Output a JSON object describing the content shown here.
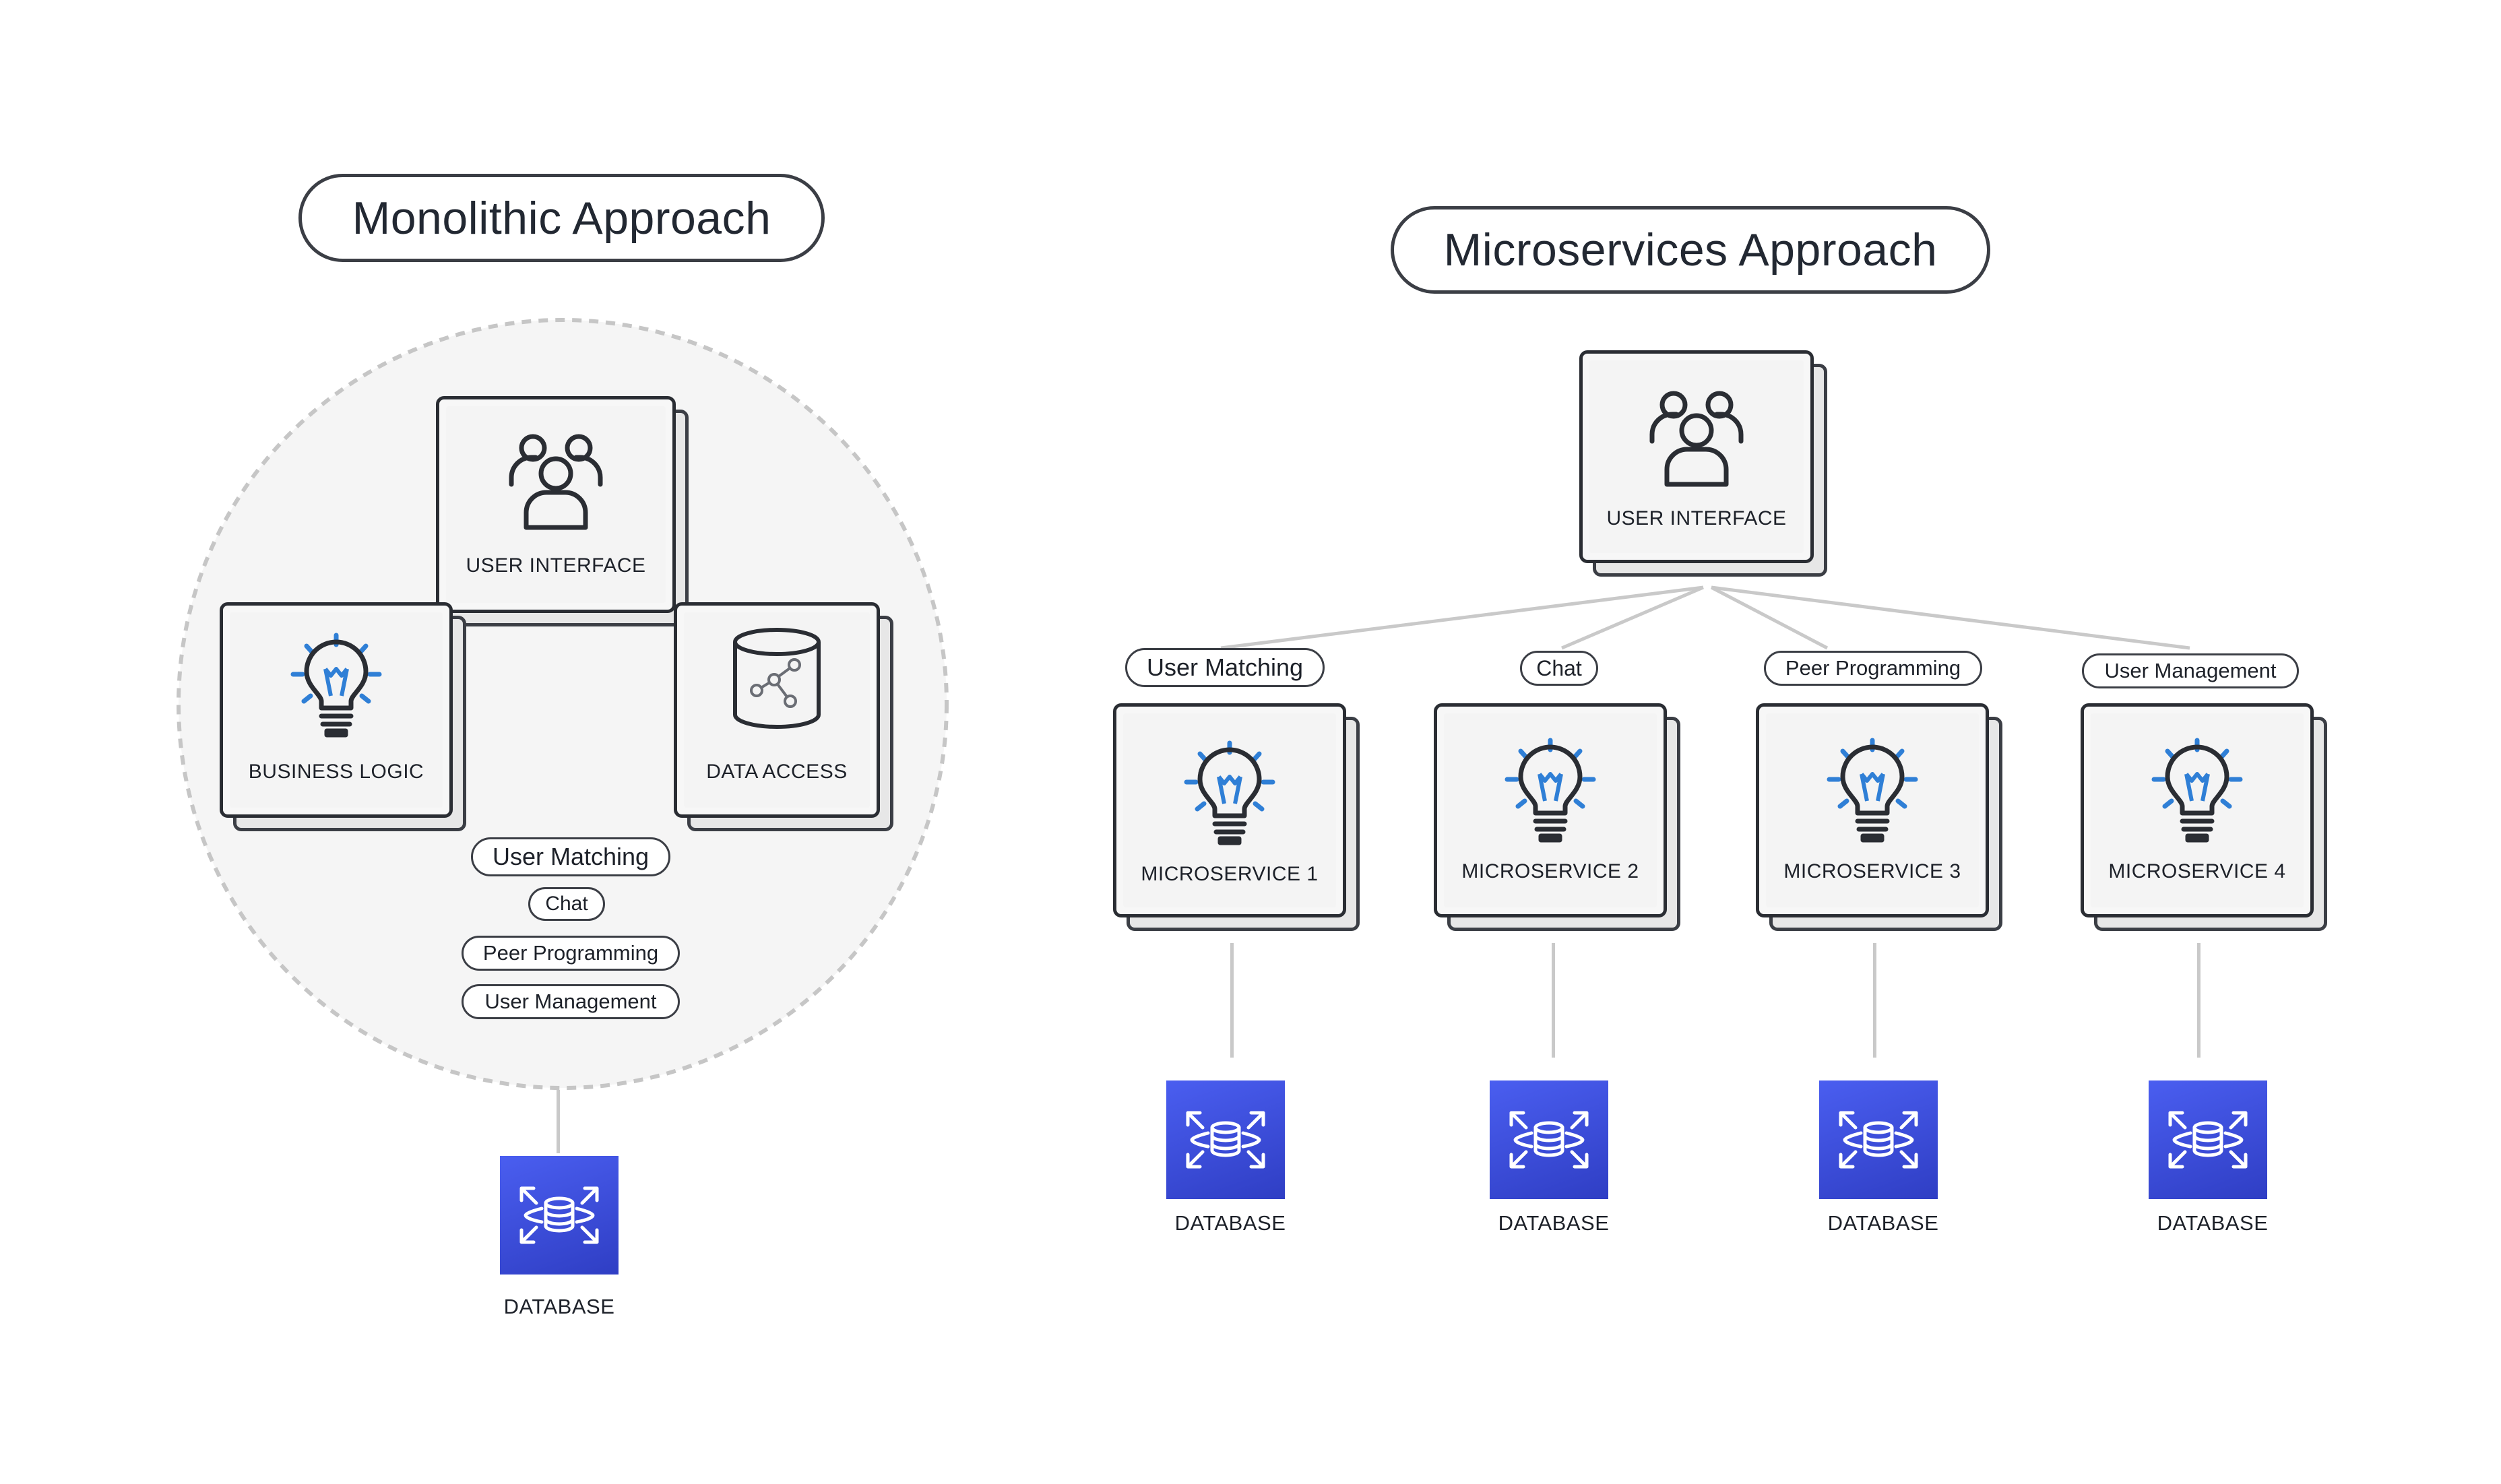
{
  "monolithic": {
    "title": "Monolithic Approach",
    "user_interface_label": "USER INTERFACE",
    "business_logic_label": "BUSINESS LOGIC",
    "data_access_label": "DATA ACCESS",
    "features": [
      "User Matching",
      "Chat",
      "Peer Programming",
      "User Management"
    ],
    "database_label": "DATABASE"
  },
  "microservices": {
    "title": "Microservices Approach",
    "user_interface_label": "USER INTERFACE",
    "services": [
      {
        "tag": "User Matching",
        "label": "MICROSERVICE 1",
        "database_label": "DATABASE"
      },
      {
        "tag": "Chat",
        "label": "MICROSERVICE 2",
        "database_label": "DATABASE"
      },
      {
        "tag": "Peer Programming",
        "label": "MICROSERVICE 3",
        "database_label": "DATABASE"
      },
      {
        "tag": "User Management",
        "label": "MICROSERVICE 4",
        "database_label": "DATABASE"
      }
    ]
  },
  "colors": {
    "database_blue": "#3a4de0",
    "bulb_blue": "#2f7fd6",
    "outline_dark": "#2a2d33",
    "connector_gray": "#c9c9c9"
  },
  "icons": {
    "user_interface": "users-group-icon",
    "business_logic": "lightbulb-icon",
    "data_access": "database-cylinder-icon",
    "microservice": "lightbulb-icon",
    "database": "database-expand-icon"
  }
}
